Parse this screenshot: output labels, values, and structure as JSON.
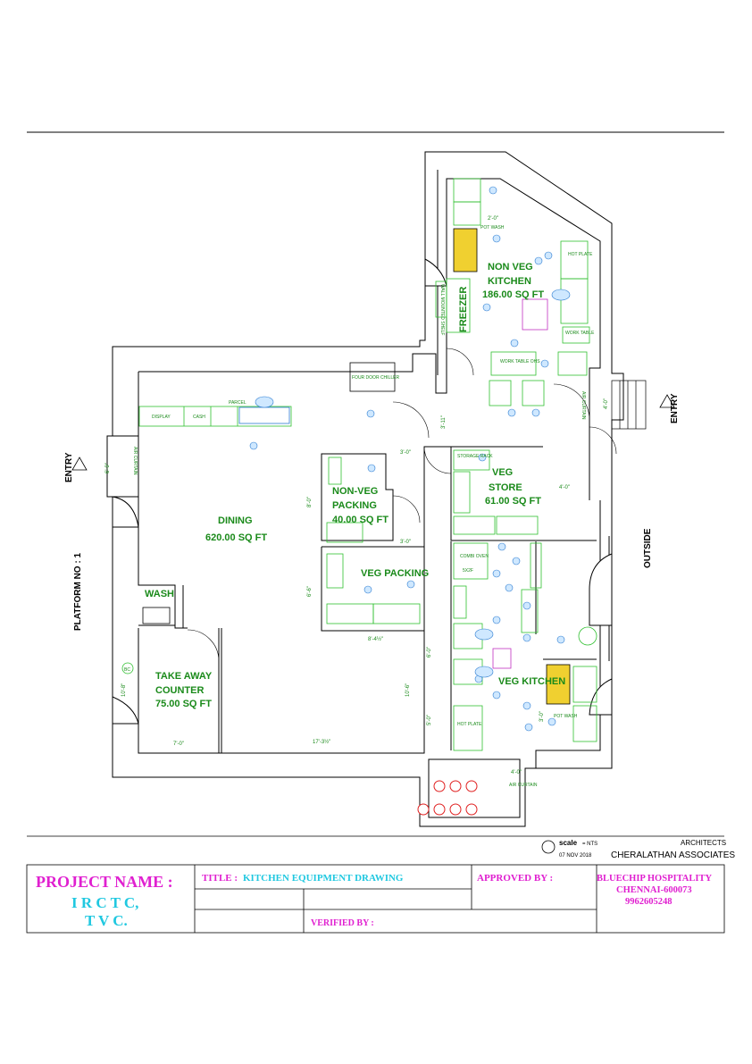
{
  "rooms": {
    "non_veg_kitchen": {
      "name": "NON VEG",
      "name2": "KITCHEN",
      "area": "186.00 SQ FT"
    },
    "freezer": "FREEZER",
    "dining": {
      "name": "DINING",
      "area": "620.00 SQ FT"
    },
    "non_veg_packing": {
      "name": "NON-VEG",
      "name2": "PACKING",
      "area": "40.00 SQ FT"
    },
    "veg_packing": "VEG PACKING",
    "veg_store": {
      "name": "VEG",
      "name2": "STORE",
      "area": "61.00 SQ FT"
    },
    "veg_kitchen": "VEG KITCHEN",
    "wash": "WASH",
    "take_away": {
      "name": "TAKE  AWAY",
      "name2": "COUNTER",
      "area": "75.00 SQ FT"
    }
  },
  "side_labels": {
    "entry_left": "ENTRY",
    "entry_right": "ENTRY",
    "platform": "PLATFORM NO : 1",
    "outside": "OUTSIDE",
    "bc": "BC"
  },
  "equipment": {
    "pot_wash_top": "POT WASH",
    "pot_wash_bottom": "POT WASH",
    "hot_plate_top": "HOT PLATE",
    "hot_plate_bottom": "HOT PLATE",
    "work_table": "WORK TABLE",
    "work_table_ohs": "WORK TABLE OHS",
    "four_door_chiller": "FOUR DOOR CHILLER",
    "air_curtain_top": "AIR CURTAIN",
    "air_curtain_left": "AIR CURTAIN",
    "air_curtain_bottom": "AIR CURTAIN",
    "display": "DISPLAY",
    "cash": "CASH",
    "parcel": "PARCEL",
    "storage_rack": "STORAGE RACK",
    "combi_oven": "COMBI OVEN",
    "combi_oven_size": "5X2F",
    "wall_mounted_shelf": "WALL MOUNTED SHELF"
  },
  "dimensions": {
    "d1": "2'-0\"",
    "d2": "3'-11\"",
    "d3": "3'-0\"",
    "d4": "4'-0\"",
    "d5": "6'-9\"",
    "d6": "8'-0\"",
    "d7": "3'-0\"",
    "d8": "6'-6\"",
    "d9": "8'-4½\"",
    "d10": "6'-0\"",
    "d11": "10'-6\"",
    "d12": "5'-0\"",
    "d13": "10'-8\"",
    "d14": "7'-0\"",
    "d15": "17'-3½\"",
    "d16": "3'-0\"",
    "d17": "4'-0\"",
    "d18": "4'-0\""
  },
  "title_block": {
    "scale_label": "scale",
    "scale_value": "= NTS",
    "date": "07 NOV 2018",
    "architects_label": "ARCHITECTS",
    "architects_name": "CHERALATHAN ASSOCIATES",
    "project_label": "PROJECT NAME :",
    "project_line1": "I R C T C,",
    "project_line2": "T V C.",
    "title_label": "TITLE :",
    "title_value": "KITCHEN EQUIPMENT DRAWING",
    "approved_by": "APPROVED BY :",
    "verified_by": "VERIFIED BY :",
    "client_name": "BLUECHIP HOSPITALITY",
    "client_city": "CHENNAI-600073",
    "client_phone": "9962605248"
  },
  "colors": {
    "magenta": "#e020d0",
    "cyan": "#20c8e0",
    "green": "#1a8a1a",
    "equipment_green": "#30c030",
    "label_blue": "#2a7ad0",
    "wall": "#000000"
  }
}
